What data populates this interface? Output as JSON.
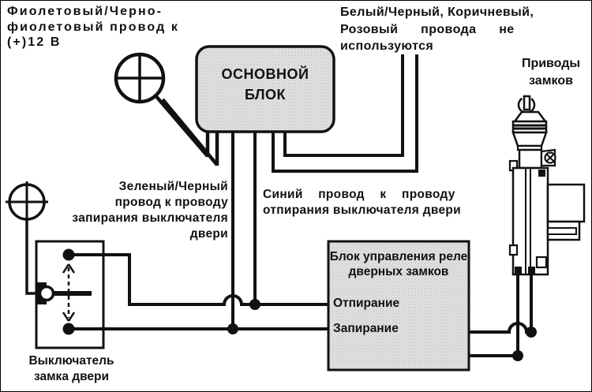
{
  "labels": {
    "violet_wire": [
      "Фиолетовый/Черно-",
      "фиолетовый провод к",
      "(+)12 В"
    ],
    "unused_wires": [
      "Белый/Черный, Коричневый,",
      "Розовый провода не",
      "используются"
    ],
    "main_block": [
      "ОСНОВНОЙ",
      "БЛОК"
    ],
    "lock_actuators": [
      "Приводы",
      "замков"
    ],
    "green_black_wire": [
      "Зеленый/Черный",
      "провод к проводу",
      "запирания выключателя",
      "двери"
    ],
    "blue_wire": [
      "Синий провод к проводу",
      "отпирания выключателя двери"
    ],
    "relay_block": {
      "title": [
        "Блок управления реле",
        "дверных замков"
      ],
      "unlock": "Отпирание",
      "lock": "Запирание"
    },
    "door_switch": [
      "Выключатель",
      "замка двери"
    ]
  },
  "colors": {
    "line": "#111111",
    "box_fill": "#e3e3e3",
    "background": "#ffffff"
  }
}
